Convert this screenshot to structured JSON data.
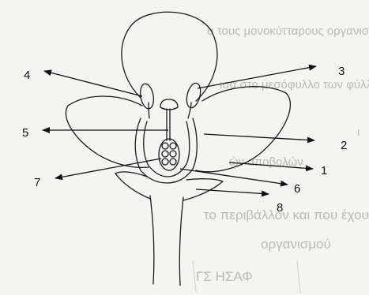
{
  "background_text": {
    "line1": "α τους μονοκύτταρους οργανισμούς",
    "line2": "ισα στο μεσόφυλλο των φύλλων",
    "line3": "ι",
    "line4": "ών αποβολών",
    "line5": "το περιβάλλον και που έχουν σχέση μ",
    "line6": "οργανισμού",
    "line7": "ΓΣ ΗΣΑΦ"
  },
  "labels": {
    "l1": "1",
    "l2": "2",
    "l3": "3",
    "l4": "4",
    "l5": "5",
    "l6": "6",
    "l7": "7",
    "l8": "8"
  }
}
